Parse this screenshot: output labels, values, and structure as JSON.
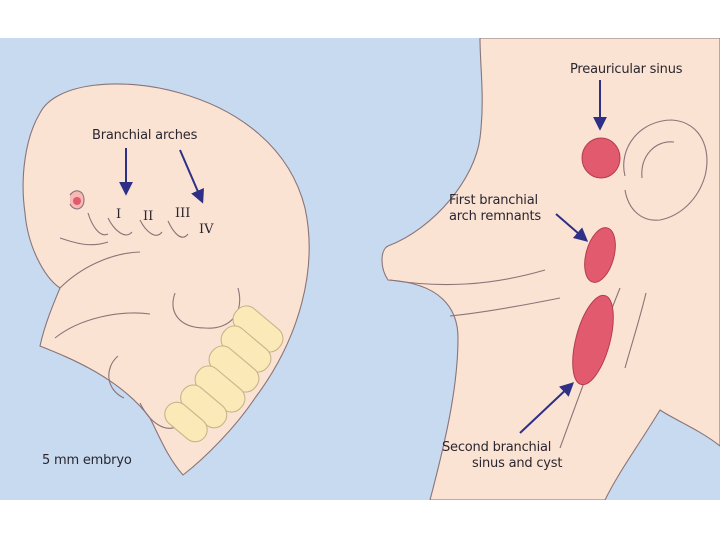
{
  "colors": {
    "background": "#c7daef",
    "skin": "#fbe3d3",
    "outline": "#8a7478",
    "somites": "#fbe9b8",
    "lesion": "#e25a6e",
    "arrow": "#2e2f86"
  },
  "embryo": {
    "title": "Branchial arches",
    "arch_labels": [
      "I",
      "II",
      "III",
      "IV"
    ],
    "caption": "5 mm embryo"
  },
  "neck": {
    "preauricular": "Preauricular sinus",
    "first_arch": [
      "First branchial",
      "arch remnants"
    ],
    "second_arch": [
      "Second branchial",
      "sinus and cyst"
    ]
  }
}
